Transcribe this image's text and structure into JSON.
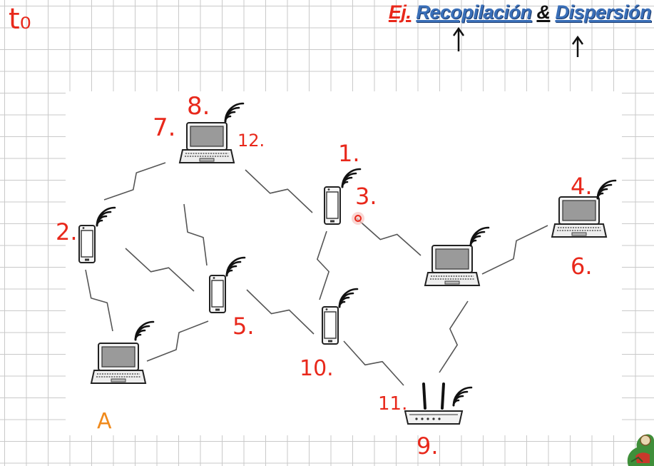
{
  "corner_label": "t₀",
  "title": {
    "prefix": "Ej.",
    "word1": "Recopilación",
    "amp": "&",
    "word2": "Dispersión"
  },
  "colors": {
    "red_ink": "#e8281b",
    "orange_ink": "#f08a1c",
    "title_blue": "#3a6fb8",
    "grid": "#c9c9c9",
    "link": "#555555"
  },
  "nodes": [
    {
      "id": "laptop-top",
      "kind": "laptop",
      "labels": [
        "7.",
        "8.",
        "12."
      ]
    },
    {
      "id": "phone-left",
      "kind": "phone",
      "labels": [
        "2."
      ]
    },
    {
      "id": "laptop-bottom-left",
      "kind": "laptop",
      "labels": [
        "A"
      ]
    },
    {
      "id": "phone-center",
      "kind": "phone",
      "labels": [
        "5."
      ]
    },
    {
      "id": "phone-top-mid",
      "kind": "phone",
      "labels": [
        "1.",
        "3."
      ]
    },
    {
      "id": "phone-mid-bottom",
      "kind": "phone",
      "labels": [
        "10."
      ]
    },
    {
      "id": "laptop-center-right",
      "kind": "laptop",
      "labels": []
    },
    {
      "id": "laptop-right",
      "kind": "laptop",
      "labels": [
        "4.",
        "6."
      ]
    },
    {
      "id": "router",
      "kind": "router",
      "labels": [
        "9.",
        "11."
      ]
    }
  ],
  "links": [
    [
      "laptop-top",
      "phone-left"
    ],
    [
      "laptop-top",
      "phone-center"
    ],
    [
      "laptop-top",
      "phone-top-mid"
    ],
    [
      "phone-left",
      "phone-center"
    ],
    [
      "phone-left",
      "laptop-bottom-left"
    ],
    [
      "laptop-bottom-left",
      "phone-center"
    ],
    [
      "phone-center",
      "phone-mid-bottom"
    ],
    [
      "phone-top-mid",
      "phone-mid-bottom"
    ],
    [
      "phone-top-mid",
      "laptop-center-right"
    ],
    [
      "laptop-center-right",
      "laptop-right"
    ],
    [
      "laptop-center-right",
      "router"
    ],
    [
      "phone-mid-bottom",
      "router"
    ]
  ]
}
